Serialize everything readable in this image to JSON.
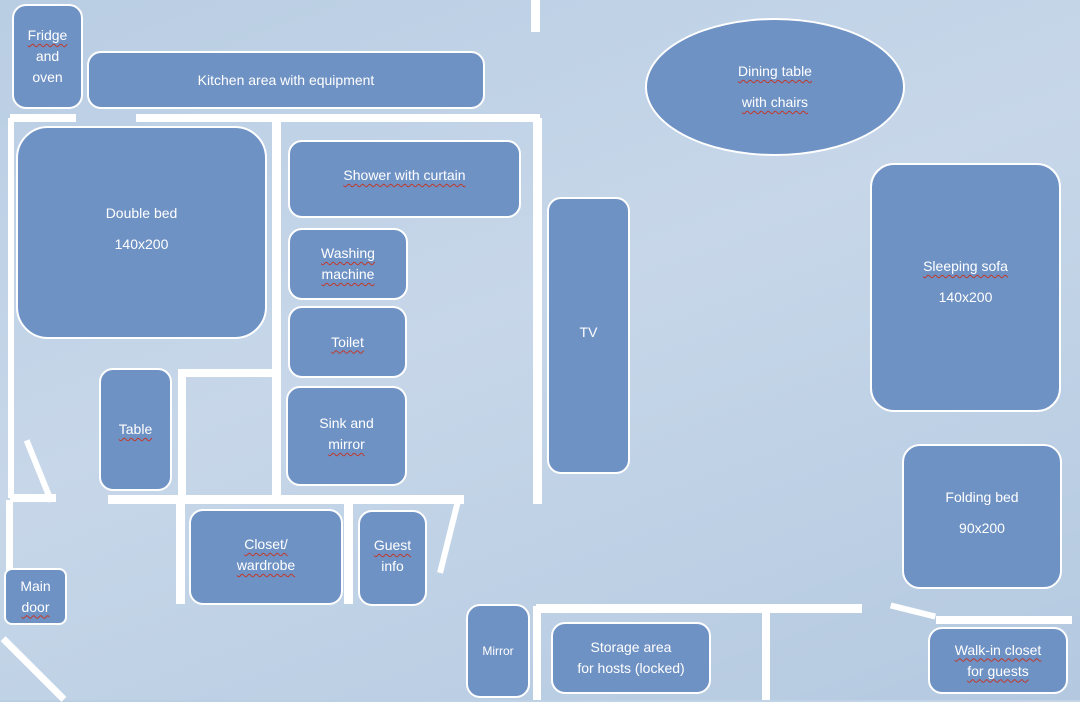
{
  "rooms": {
    "fridge": {
      "line1": "Fridge",
      "line2": "and",
      "line3": "oven"
    },
    "kitchen": {
      "label": "Kitchen area with equipment"
    },
    "dining": {
      "line1": "Dining table",
      "line2": "with chairs"
    },
    "double_bed": {
      "line1": "Double bed",
      "line2": "140x200"
    },
    "shower": {
      "label": "Shower with curtain"
    },
    "washing": {
      "line1": "Washing",
      "line2": "machine"
    },
    "toilet": {
      "label": "Toilet"
    },
    "sink": {
      "line1": "Sink and",
      "line2": "mirror"
    },
    "tv": {
      "label": "TV"
    },
    "sleeping_sofa": {
      "line1": "Sleeping sofa",
      "line2": "140x200"
    },
    "table": {
      "label": "Table"
    },
    "closet": {
      "line1": "Closet/",
      "line2": "wardrobe"
    },
    "guest_info": {
      "line1": "Guest",
      "line2": "info"
    },
    "folding_bed": {
      "line1": "Folding bed",
      "line2": "90x200"
    },
    "main_door": {
      "line1": "Main",
      "line2": "door"
    },
    "mirror": {
      "label": "Mirror"
    },
    "storage": {
      "line1": "Storage area",
      "line2": "for hosts (locked)"
    },
    "walkin": {
      "line1": "Walk-in closet",
      "line2": "for guests"
    }
  },
  "colors": {
    "fill": "#6f92c4",
    "wall": "#ffffff",
    "background": "#c0d3e7"
  }
}
